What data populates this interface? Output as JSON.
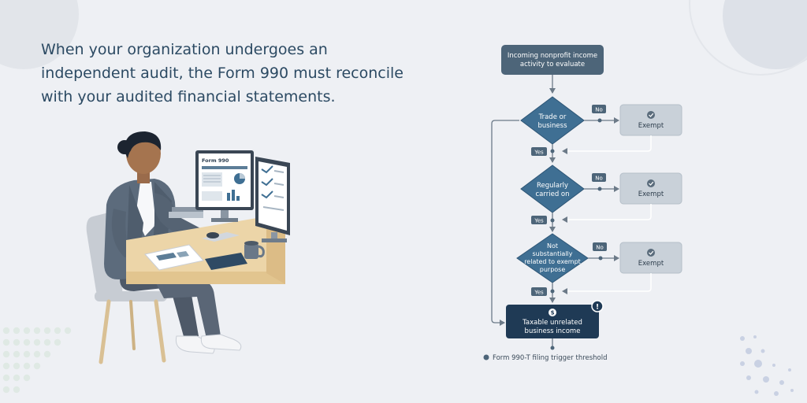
{
  "headline": "When your organization undergoes an independent audit, the Form 990 must reconcile with your audited financial statements.",
  "illustration": {
    "monitor_label": "Form 990"
  },
  "flowchart": {
    "start": [
      "Incoming nonprofit income",
      "activity to evaluate"
    ],
    "decisions": [
      {
        "lines": [
          "Trade or",
          "business"
        ],
        "no_label": "No",
        "yes_label": "Yes",
        "outcome": "Exempt"
      },
      {
        "lines": [
          "Regularly",
          "carried on"
        ],
        "no_label": "No",
        "yes_label": "Yes",
        "outcome": "Exempt"
      },
      {
        "lines": [
          "Not",
          "substantially",
          "related to exempt",
          "purpose"
        ],
        "no_label": "No",
        "yes_label": "Yes",
        "outcome": "Exempt"
      }
    ],
    "final": [
      "Taxable unrelated",
      "business income"
    ],
    "final_icon": "$",
    "alert_icon": "!",
    "footnote": "Form 990-T filing trigger threshold"
  },
  "colors": {
    "navy": "#1f3a55",
    "blue": "#3f6f93",
    "slate": "#4d6579",
    "grey_box": "#c9d1d9",
    "headline": "#2c4a63"
  }
}
